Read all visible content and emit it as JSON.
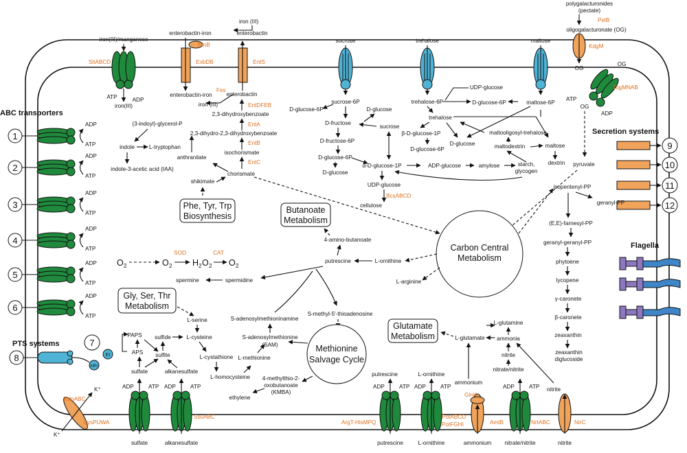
{
  "headings": {
    "abc": "ABC transporters",
    "pts": "PTS systems",
    "secretion": "Secretion systems",
    "flagella": "Flagella"
  },
  "abc_numbers": [
    "1",
    "2",
    "3",
    "4",
    "5",
    "6"
  ],
  "pts_number": "8",
  "pts_extra": "7",
  "pts_components": {
    "ei": "EI",
    "hpr": "HPr"
  },
  "secretion_numbers": [
    "9",
    "10",
    "11",
    "12"
  ],
  "boxes": {
    "aromatic": [
      "Phe, Tyr, Trp",
      "Biosynthesis"
    ],
    "butanoate": [
      "Butanoate",
      "Metabolism"
    ],
    "gly": [
      "Gly, Ser, Thr",
      "Metabolism"
    ],
    "glutamate": [
      "Glutamate",
      "Metabolism"
    ]
  },
  "circles": {
    "central": [
      "Carbon Central",
      "Metabolism"
    ],
    "methionine": [
      "Methionine",
      "Salvage Cycle"
    ]
  },
  "colors": {
    "green": "#1f8a3c",
    "blue": "#4fb3d6",
    "orange": "#f0a35a",
    "purple": "#8d78c0",
    "flagellum": "#3f86c8",
    "label_orange": "#e07020"
  },
  "transporters": {
    "sitabcd": {
      "name": "SitABCD",
      "substrate_out": "iron(III)/manganese",
      "substrate_in": "iron(III)",
      "atp": "ATP",
      "adp": "ADP"
    },
    "exbdb": {
      "name": "ExbDB",
      "tonb": "TonB",
      "outside": "enterobactin-iron",
      "inside": "enterobactin-iron"
    },
    "ents": {
      "name": "EntS",
      "outside": "enterobactin",
      "iron": "iron (III)"
    },
    "sucrose": {
      "name": "sucrose"
    },
    "trehalose": {
      "name": "trehalose"
    },
    "maltose": {
      "name": "maltose"
    },
    "pelb": {
      "name": "PelB",
      "substrate": "polygalacturonides",
      "substrate2": "(pectate)",
      "product": "oligogalacturonate (OG)"
    },
    "kdgm": {
      "name": "KdgM",
      "og": "OG"
    },
    "togmnab": {
      "name": "TogMNAB",
      "og": "OG",
      "atp": "ATP",
      "adp": "ADP"
    },
    "kdpabc": {
      "name": "KdpABC",
      "ion": "K⁺"
    },
    "cyspuwa": {
      "name": "CysPUWA",
      "substrate": "sulfate"
    },
    "ssuabc": {
      "name": "SsuABC",
      "substrate": "alkanesulfate"
    },
    "argt": {
      "name": "ArgT-HisMPQ",
      "substrate": "putrescine"
    },
    "potabcd": {
      "name": "PotABCD",
      "name2": "PotFGHI",
      "substrate": "L-ornithine"
    },
    "amtb": {
      "name": "AmtB",
      "glnk": "GlnK",
      "substrate": "ammonium"
    },
    "nrtabc": {
      "name": "NrtABC",
      "substrate": "nitrate/nitrite"
    },
    "nirc": {
      "name": "NirC",
      "substrate": "nitrite"
    }
  },
  "enzymes": {
    "fes": "Fes",
    "entdfeb": "EntDFEB",
    "enta": "EntA",
    "entb": "EntB",
    "entc": "EntC",
    "bcsabcd": "BcsABCD",
    "sod": "SOD",
    "cat": "CAT"
  },
  "metabolites": {
    "enterobactin": "enterobactin",
    "iron3": "iron (III)",
    "dhb": "2,3-dihydroxybenzoate",
    "dihydro": "2,3-dihydro-2,3-dihydroxybenzoate",
    "isochorismate": "isochorismate",
    "chorismate": "chorismate",
    "shikimate": "shikimate",
    "anthranilate": "anthranilate",
    "indolylglycerol": "(3-indoyl)-glycerol-P",
    "indole": "indole",
    "tryptophan": "L-tryptophan",
    "iaa": "indole-3-acetic acid (IAA)",
    "dglucose6p_a": "D-glucose-6P",
    "sucrose6p": "sucrose-6P",
    "dfructose": "D-fructose",
    "dglucose_a": "D-glucose",
    "sucrose": "sucrose",
    "dfructose6p": "D-fructose-6P",
    "dglucose6p_b": "D-glucose-6P",
    "dglucose_b": "D-glucose",
    "aglucose1p": "α-D-glucose-1P",
    "adpglucose": "ADP-glucose",
    "amylose": "amylose",
    "starch": "starch,",
    "glycogen": "glycogen",
    "udpglucose_a": "UDP-glucose",
    "cellulose": "cellulose",
    "udpglucose_b": "UDP-glucose",
    "trehalose6p": "trehalose-6P",
    "dglucose6p_c": "D-glucose-6P",
    "maltose6p": "maltose-6P",
    "trehalose": "trehalose",
    "bglucose1p": "β-D-glucose-1P",
    "dglucose6p_d": "D-glucose-6P",
    "dglucose_c": "D-glucose",
    "maltooligosyl": "maltooligosyl-trehalose",
    "maltodextrin": "maltodextrin",
    "maltose": "maltose",
    "dextrin": "dextrin",
    "pyruvate": "pyruvate",
    "ipp": "isopentenyl-PP",
    "gpp": "geranyl-PP",
    "fpp": "(E,E)-farnesyl-PP",
    "ggpp": "geranyl-geranyl-PP",
    "phytoene": "phytoene",
    "lycopene": "lycopene",
    "gcaronete": "γ-caronete",
    "bcaronete": "β-caronete",
    "zeaxanthin": "zeaxanthin",
    "zeaxanthin_dg1": "zeaxanthin",
    "zeaxanthin_dg2": "diglucoside",
    "aminobutanoate": "4-amino-butanoate",
    "putrescine": "putrescine",
    "ornithine": "L-ornithine",
    "arginine": "L-arginine",
    "spermine": "spermine",
    "spermidine": "spermidine",
    "o2_a": "O",
    "o2_b": "O",
    "h2o2_h": "H",
    "h2o2_o": "O",
    "o2_c": "O",
    "sub2": "2",
    "serine": "L-serine",
    "cysteine": "L-cysteine",
    "sulfide": "sulfide",
    "paps": "PAPS",
    "aps": "APS",
    "sulfite": "sulfite",
    "sulfate": "sulfate",
    "alkanesulfate": "alkanesulfate",
    "cystathione": "L-cystathione",
    "homocysteine": "L-homocysteine",
    "methionine": "L-methionine",
    "sam": "S-adenosylmethionine",
    "sam2": "(SAM)",
    "samine": "S-adenosylmethioninamine",
    "mta": "S-methyl-5'-thioadenosine",
    "kmba1": "4-methylthio-2-",
    "kmba2": "oxobutanoate",
    "kmba3": "(KMBA)",
    "ethylene": "ethylene",
    "glutamate": "L-glutamate",
    "glutamine": "L-glutamine",
    "ammonia": "ammonia",
    "nitrite": "nitrite",
    "nitrate_nitrite": "nitrate/nitrite",
    "ammonium": "ammonium",
    "nitrite_in": "nitrite",
    "putrescine_in": "putrescine",
    "ornithine_in": "L-ornithine"
  },
  "common": {
    "atp": "ATP",
    "adp": "ADP"
  }
}
